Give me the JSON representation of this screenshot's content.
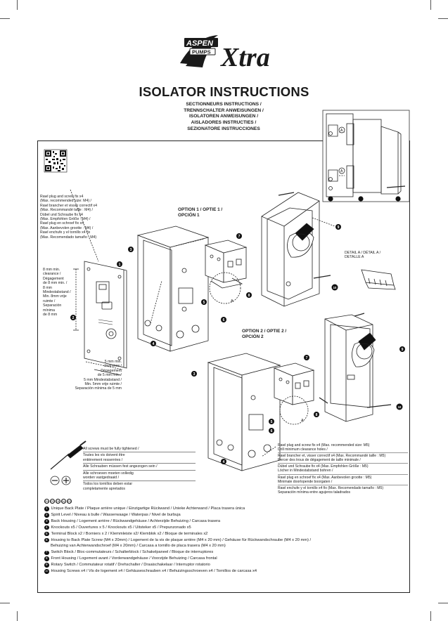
{
  "brand": {
    "name": "ASPEN",
    "sub": "PUMPS",
    "product": "Xtra"
  },
  "title": "ISOLATOR INSTRUCTIONS",
  "subtitles": [
    "SECTIONNEURS INSTRUCTIONS /",
    "TRENNSCHALTER ANWEISUNGEN /",
    "ISOLATOREN ANWEISUNGEN /",
    "AISLADORES INSTRUCTIES /",
    "SEZIONATORE INSTRUCCIONES"
  ],
  "plug_note": [
    "Rawl plug and screw fix x4",
    "(Max. recommended size: M4) /",
    "Rawl brancher et visser correctif x4",
    "(Max. Recommandé taille : M4) /",
    "Dübel und Schraube fix x4",
    "(Max. Empfohlen Größe : M4) /",
    "Rawl plug en schroef fix x4",
    "(Max. Aanbevolen grootte : M4) /",
    "Rawl enchufe y el tornillo x4 fix",
    "(Max. Recomendado tamaño : M4)"
  ],
  "clearance_left": [
    "8 mm min.",
    "clearance /",
    "Dégagement",
    "de 8 mm min. /",
    "8 mm",
    "Mindestabstand /",
    "Min. 8mm vrije",
    "ruimte /",
    "Separación",
    "mínima",
    "de 8 mm"
  ],
  "clearance_bottom": [
    "5 mm min.",
    "clearance /",
    "Dégagement",
    "de 5 mm min. /",
    "5 mm Mindestabstand /",
    "Min. 5mm vrije ruimte /",
    "Separación mínima de 5 mm"
  ],
  "option1": [
    "OPTION 1 / OPTIE 1 /",
    "OPCIÓN 1"
  ],
  "option2": [
    "OPTION 2 / OPTIE 2 /",
    "OPCIÓN 2"
  ],
  "detail": [
    "DETAIL A / DÉTAIL A /",
    "DETALLE A"
  ],
  "letter_a": "A",
  "screws_note": [
    "All screws must be fully tightened /",
    "Toutes les vis doivent être",
    "entièrement resserrées /",
    "Alle Schrauben müssen fest angezogen sein /",
    "Alle schroeven moeten volledig",
    "worden vastgedraaid /",
    "Todos los tornillos deben estar",
    "completamente apretados"
  ],
  "right_note": [
    "Rawl plug and screw fix x4 (Max. recommended size: M5)",
    "Drill minimum clearance holes /",
    "Rawl brancher et, visser correctif x4 (Max. Recommandé taille : M5)",
    "Percer des trous de dégagement de taille minimale /",
    "Dübel und Schraube fix x4 (Max. Empfohlen Größe : M5)",
    "Löcher in Mindestabstand bohren /",
    "Rawl plug en schroef fix x4 (Max. Aanbevolen grootte : M5)",
    "Minimale doorlopende boorgaten /",
    "Rawl enchufe y el tornillo x4 fix (Max. Recomendado tamaño : M5)",
    "Separación mínima entre agujeros taladrados"
  ],
  "languages": [
    "EN",
    "FR",
    "DE",
    "NL",
    "ES"
  ],
  "legend": [
    {
      "n": "1",
      "text": "Unique Back Plate / Plaque arrière unique / Einzigartige Rückwand / Unieke Achterwand / Placa trasera única"
    },
    {
      "n": "2",
      "text": "Spirit Level / Niveau à bulle / Wasserwaage / Waterpas / Nivel de burbuja"
    },
    {
      "n": "3",
      "text": "Back Housing / Logement arrière / Rückwandgehäuse / Achterzijde Behuizing / Carcasa trasera"
    },
    {
      "n": "4",
      "text": "Knockouts x5 / Ouvertures x 5 / Knockouts x5 / Uitsteker x5 / Prepunzonado x5"
    },
    {
      "n": "5",
      "text": "Terminal Block x2 / Borniers x 2 / Klemmleiste x2/ Klemblok x2 / Bloque de terminales x2"
    },
    {
      "n": "6",
      "text": "Housing to Back Plate Screw (M4 x 20mm) / Logement de la vis de plaque arrière (M4 x 20 mm) / Gehäuse für Rückwandschraube (M4 x 20 mm) /",
      "text2": "Behuizing van Achterwandschroef (M4 x 20mm) / Carcasa a tornillo de placa trasera (M4 x 20 mm)"
    },
    {
      "n": "7",
      "text": "Switch Block / Bloc-commutateurs / Schalterblock / Schakelpaneel / Bloque de interruptores"
    },
    {
      "n": "8",
      "text": "Front Housing / Logement avant / Vorderwandgehäuse / Voorzijde Behuizing / Carcasa frontal"
    },
    {
      "n": "9",
      "text": "Rotary Switch / Commutateur rotatif / Drehschalter / Draaischakelaar / Interruptor rotatorio"
    },
    {
      "n": "10",
      "text": "Housing Screws x4 / Vis de logement x4 / Gehäuseschrauben x4 / Behuizingsschroeven x4 / Tornillos de carcasa x4"
    }
  ],
  "callouts": [
    "1",
    "2",
    "3",
    "4",
    "5",
    "6",
    "7",
    "8",
    "9",
    "10"
  ]
}
